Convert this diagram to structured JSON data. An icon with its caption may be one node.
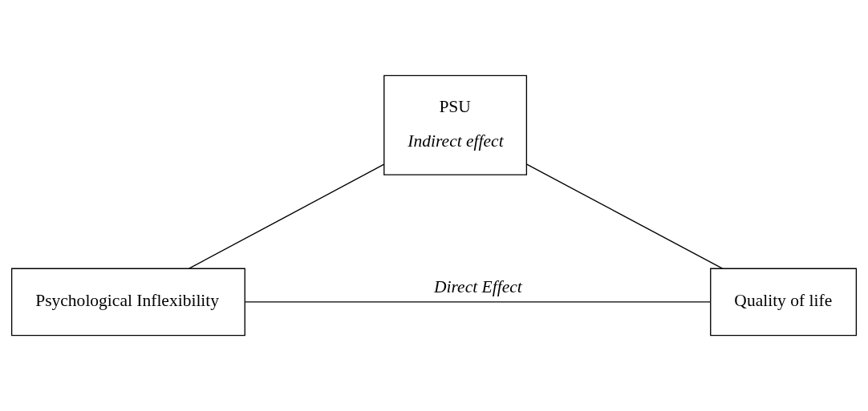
{
  "diagram": {
    "nodes": [
      {
        "text": [
          "PSU",
          "Indirect effect"
        ]
      },
      {
        "text": [
          "Psychological Inflexibility"
        ]
      },
      {
        "text": [
          "Quality of life"
        ]
      }
    ],
    "edges": [
      {
        "from": 1,
        "to": 0,
        "arrow": "none"
      },
      {
        "from": 0,
        "to": 2,
        "arrow": "none"
      },
      {
        "from": 1,
        "to": 2,
        "arrow": "none",
        "label": "Direct Effect"
      }
    ]
  }
}
